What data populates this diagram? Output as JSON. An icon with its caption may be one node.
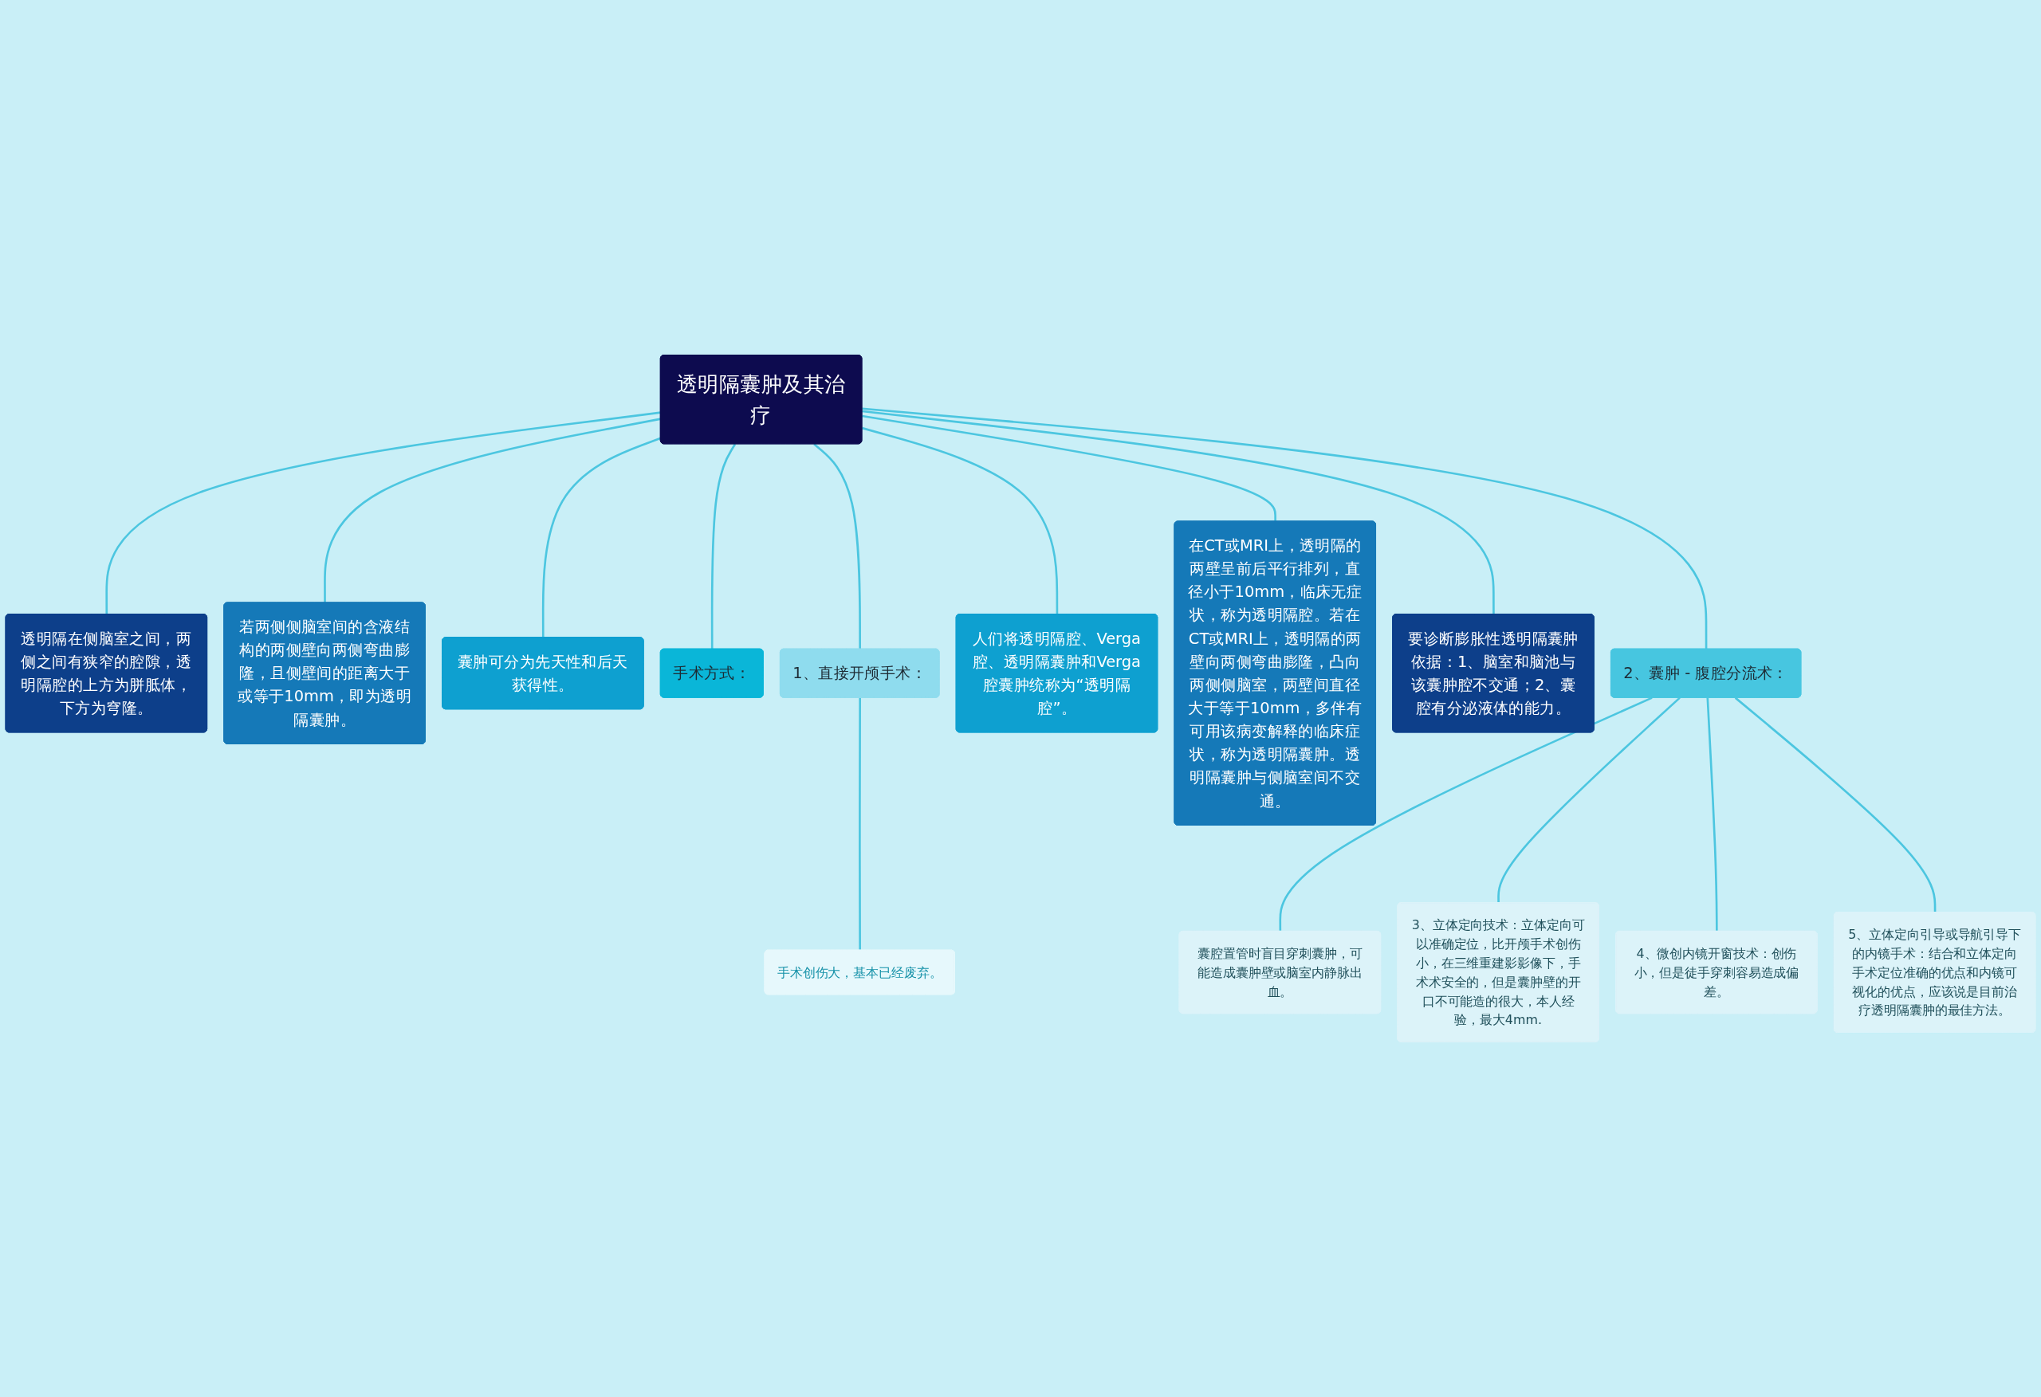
{
  "diagram": {
    "nodes": [
      {
        "text": [
          "透明隔囊肿及其治疗"
        ]
      },
      {
        "text": [
          "人们将透明隔腔、Verga腔、透明隔囊肿和Verga腔囊肿统称为“透明隔腔”。"
        ]
      },
      {
        "text": [
          "在CT或MRI上，透明隔的两壁呈前后平行排列，直径小于10mm，临床无症状，称为透明隔腔。若在CT或MRI上，透明隔的两壁向两侧弯曲膨隆，凸向两侧侧脑室，两壁间直径大于等于10mm，多伴有可用该病变解释的临床症状，称为透明隔囊肿。透明隔囊肿与侧脑室间不交通。"
        ]
      },
      {
        "text": [
          "要诊断膨胀性透明隔囊肿依据：1、脑室和脑池与该囊肿腔不交通；2、囊腔有分泌液体的能力。"
        ]
      },
      {
        "text": [
          "1、直接开颅手术："
        ]
      },
      {
        "text": [
          "手术创伤大，基本已经废弃。"
        ]
      },
      {
        "text": [
          "透明隔在侧脑室之间，两侧之间有狭窄的腔隙，透明隔腔的上方为胼胝体，下方为穹隆。"
        ]
      },
      {
        "text": [
          "若两侧侧脑室间的含液结构的两侧壁向两侧弯曲膨隆，且侧壁间的距离大于或等于10mm，即为透明隔囊肿。"
        ]
      },
      {
        "text": [
          "囊肿可分为先天性和后天获得性。"
        ]
      },
      {
        "text": [
          "手术方式："
        ]
      },
      {
        "text": [
          "2、囊肿 - 腹腔分流术："
        ]
      },
      {
        "text": [
          "囊腔置管时盲目穿刺囊肿，可能造成囊肿壁或脑室内静脉出血。"
        ]
      },
      {
        "text": [
          "3、立体定向技术：立体定向可以准确定位，比开颅手术创伤小，在三维重建影影像下，手术术安全的，但是囊肿壁的开口不可能造的很大，本人经验，最大4mm."
        ]
      },
      {
        "text": [
          "4、微创内镜开窗技术：创伤小，但是徒手穿刺容易造成偏差。"
        ]
      },
      {
        "text": [
          "5、立体定向引导或导航引导下的内镜手术：结合和立体定向手术定位准确的优点和内镜可视化的优点，应该说是目前治疗透明隔囊肿的最佳方法。"
        ]
      }
    ],
    "edges": [
      {
        "from": 0,
        "to": 1,
        "arrow": "none"
      },
      {
        "from": 0,
        "to": 2,
        "arrow": "none"
      },
      {
        "from": 0,
        "to": 3,
        "arrow": "none"
      },
      {
        "from": 0,
        "to": 4,
        "arrow": "none"
      },
      {
        "from": 4,
        "to": 5,
        "arrow": "none"
      },
      {
        "from": 0,
        "to": 6,
        "arrow": "none"
      },
      {
        "from": 0,
        "to": 7,
        "arrow": "none"
      },
      {
        "from": 0,
        "to": 8,
        "arrow": "none"
      },
      {
        "from": 0,
        "to": 9,
        "arrow": "none"
      },
      {
        "from": 0,
        "to": 10,
        "arrow": "none"
      },
      {
        "from": 10,
        "to": 11,
        "arrow": "none"
      },
      {
        "from": 10,
        "to": 12,
        "arrow": "none"
      },
      {
        "from": 10,
        "to": 13,
        "arrow": "none"
      },
      {
        "from": 10,
        "to": 14,
        "arrow": "none"
      }
    ]
  }
}
